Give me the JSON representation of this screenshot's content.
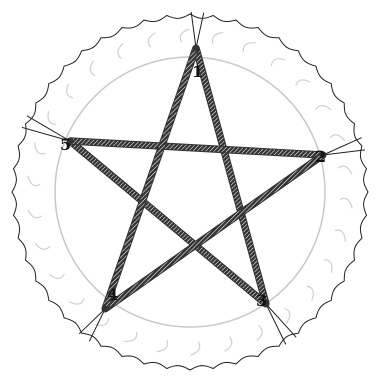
{
  "colors": {
    "background": "#ffffff",
    "plate_outline": "#222222",
    "inner_ring": "#c8c8c8",
    "flute_marks": "#cfcfcf",
    "string_band": "#333333",
    "string_hatch": "#ffffff",
    "label": "#111111"
  },
  "plate": {
    "slits": 5,
    "scallops": 48
  },
  "points": [
    {
      "id": "p1",
      "label": "1",
      "icon": "notch-1"
    },
    {
      "id": "p2",
      "label": "2",
      "icon": "notch-2"
    },
    {
      "id": "p3",
      "label": "3",
      "icon": "notch-3"
    },
    {
      "id": "p4",
      "label": "4",
      "icon": "notch-4"
    },
    {
      "id": "p5",
      "label": "5",
      "icon": "notch-5"
    }
  ],
  "string_order": [
    "1",
    "3",
    "5",
    "2",
    "4",
    "1"
  ]
}
